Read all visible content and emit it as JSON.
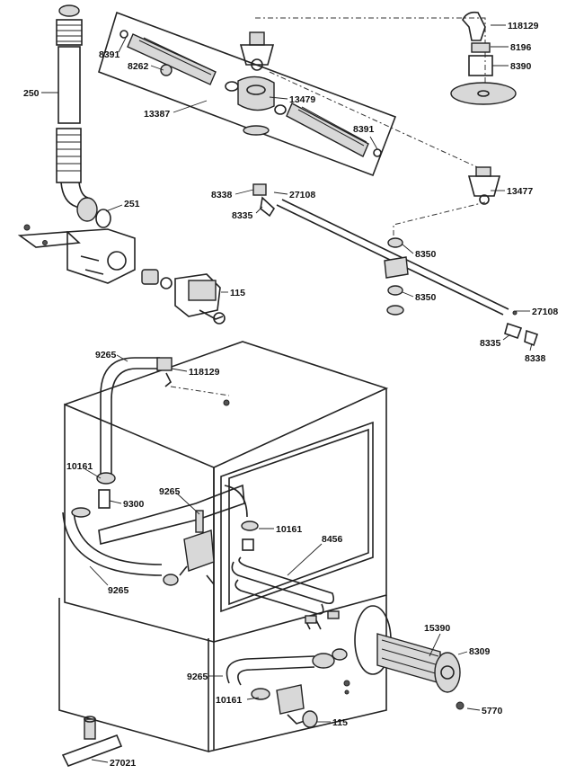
{
  "labels": {
    "l118129a": "118129",
    "l8196": "8196",
    "l8390": "8390",
    "l8391a": "8391",
    "l8262": "8262",
    "l250": "250",
    "l13479": "13479",
    "l13387": "13387",
    "l8391b": "8391",
    "l8338a": "8338",
    "l27108a": "27108",
    "l13477": "13477",
    "l8335a": "8335",
    "l251": "251",
    "l8350a": "8350",
    "l115a": "115",
    "l8350b": "8350",
    "l27108b": "27108",
    "l8335b": "8335",
    "l8338b": "8338",
    "l9265a": "9265",
    "l118129b": "118129",
    "l10161a": "10161",
    "l9265b": "9265",
    "l9300": "9300",
    "l10161b": "10161",
    "l8456": "8456",
    "l9265c": "9265",
    "l15390": "15390",
    "l8309": "8309",
    "l9265d": "9265",
    "l10161c": "10161",
    "l115b": "115",
    "l5770": "5770",
    "l27021": "27021"
  }
}
